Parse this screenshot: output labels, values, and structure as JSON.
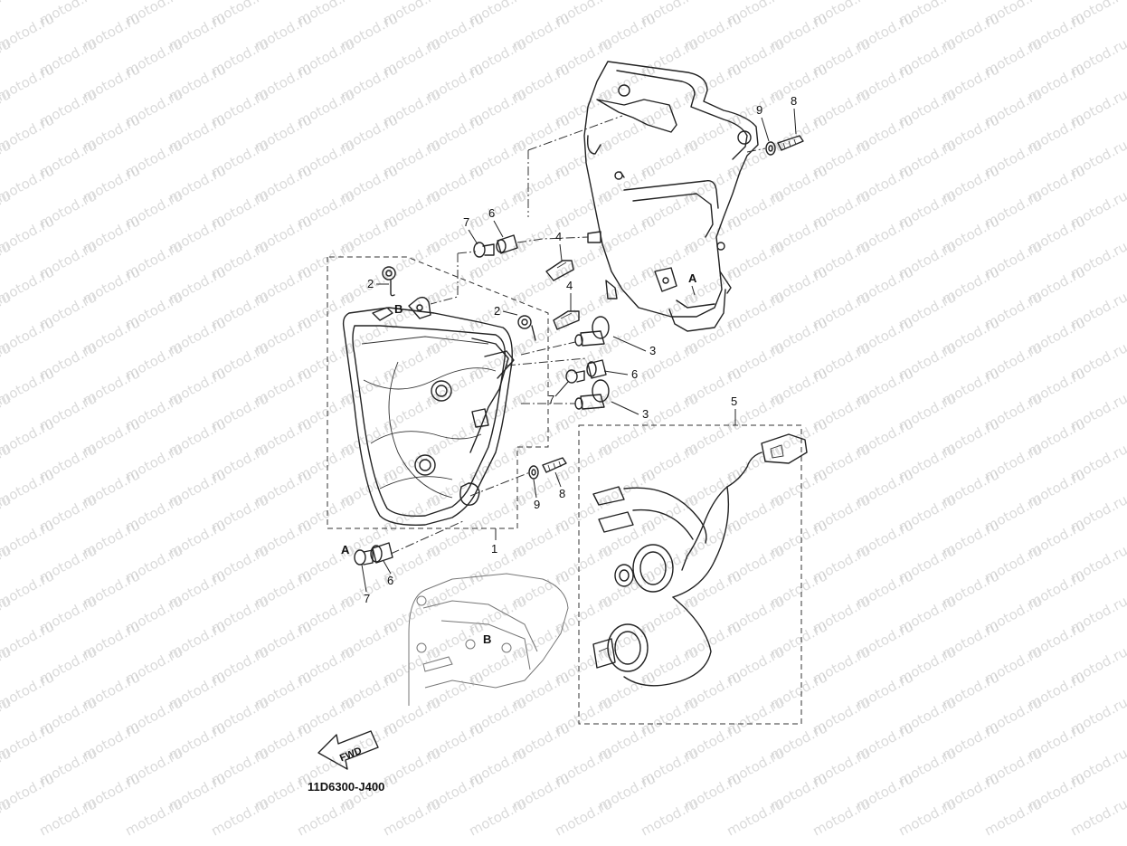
{
  "watermark": {
    "text": "motod.ru"
  },
  "diagram_code": "11D6300-J400",
  "fwd_label": "FWD",
  "callouts": [
    {
      "id": "c1",
      "label": "1"
    },
    {
      "id": "c2a",
      "label": "2"
    },
    {
      "id": "c2b",
      "label": "2"
    },
    {
      "id": "c3a",
      "label": "3"
    },
    {
      "id": "c3b",
      "label": "3"
    },
    {
      "id": "c4a",
      "label": "4"
    },
    {
      "id": "c4b",
      "label": "4"
    },
    {
      "id": "c5",
      "label": "5"
    },
    {
      "id": "c6a",
      "label": "6"
    },
    {
      "id": "c6b",
      "label": "6"
    },
    {
      "id": "c6c",
      "label": "6"
    },
    {
      "id": "c7a",
      "label": "7"
    },
    {
      "id": "c7b",
      "label": "7"
    },
    {
      "id": "c7c",
      "label": "7"
    },
    {
      "id": "c8a",
      "label": "8"
    },
    {
      "id": "c8b",
      "label": "8"
    },
    {
      "id": "c9a",
      "label": "9"
    },
    {
      "id": "c9b",
      "label": "9"
    }
  ],
  "reference_letters": [
    {
      "id": "A1",
      "label": "A"
    },
    {
      "id": "A2",
      "label": "A"
    },
    {
      "id": "B1",
      "label": "B"
    },
    {
      "id": "B2",
      "label": "B"
    }
  ]
}
